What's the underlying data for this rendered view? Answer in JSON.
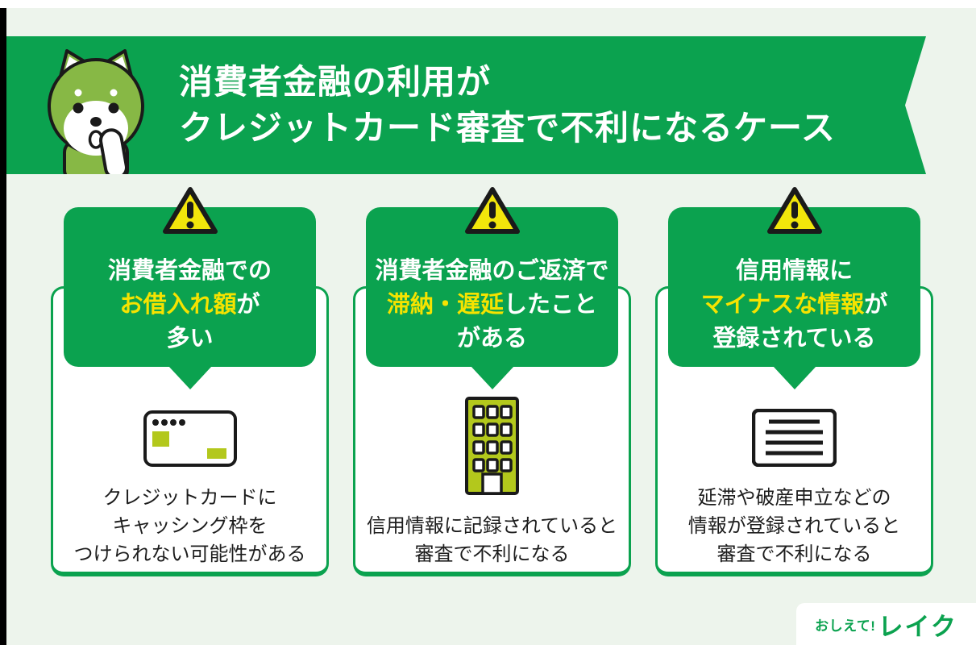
{
  "colors": {
    "brand_green": "#0ba24f",
    "background": "#edf4ec",
    "highlight_yellow": "#f5e300",
    "icon_yellow_green": "#b3c81c",
    "mascot_green": "#87b845",
    "text_black": "#1d1d1d",
    "white": "#ffffff",
    "edge_black": "#000000"
  },
  "banner": {
    "mascot": "green-shiba-mascot",
    "title_line1": "消費者金融の利用が",
    "title_line2": "クレジットカード審査で不利になるケース"
  },
  "cards": [
    {
      "warning_icon": "warning-triangle-icon",
      "icon": "credit-card-icon",
      "header_lines": [
        {
          "segments": [
            {
              "text": "消費者金融での",
              "highlight": false
            }
          ]
        },
        {
          "segments": [
            {
              "text": "お借入れ額",
              "highlight": true
            },
            {
              "text": "が",
              "highlight": false
            }
          ]
        },
        {
          "segments": [
            {
              "text": "多い",
              "highlight": false
            }
          ]
        }
      ],
      "body_lines": [
        "クレジットカードに",
        "キャッシング枠を",
        "つけられない可能性がある"
      ]
    },
    {
      "warning_icon": "warning-triangle-icon",
      "icon": "office-building-icon",
      "header_lines": [
        {
          "segments": [
            {
              "text": "消費者金融のご返済で",
              "highlight": false
            }
          ]
        },
        {
          "segments": [
            {
              "text": "滞納・遅延",
              "highlight": true
            },
            {
              "text": "したこと",
              "highlight": false
            }
          ]
        },
        {
          "segments": [
            {
              "text": "がある",
              "highlight": false
            }
          ]
        }
      ],
      "body_lines": [
        "信用情報に記録されていると",
        "審査で不利になる"
      ]
    },
    {
      "warning_icon": "warning-triangle-icon",
      "icon": "document-icon",
      "header_lines": [
        {
          "segments": [
            {
              "text": "信用情報に",
              "highlight": false
            }
          ]
        },
        {
          "segments": [
            {
              "text": "マイナスな情報",
              "highlight": true
            },
            {
              "text": "が",
              "highlight": false
            }
          ]
        },
        {
          "segments": [
            {
              "text": "登録されている",
              "highlight": false
            }
          ]
        }
      ],
      "body_lines": [
        "延滞や破産申立などの",
        "情報が登録されていると",
        "審査で不利になる"
      ]
    }
  ],
  "footer": {
    "logo_prefix": "おしえて!",
    "logo_brand": "レイク"
  }
}
